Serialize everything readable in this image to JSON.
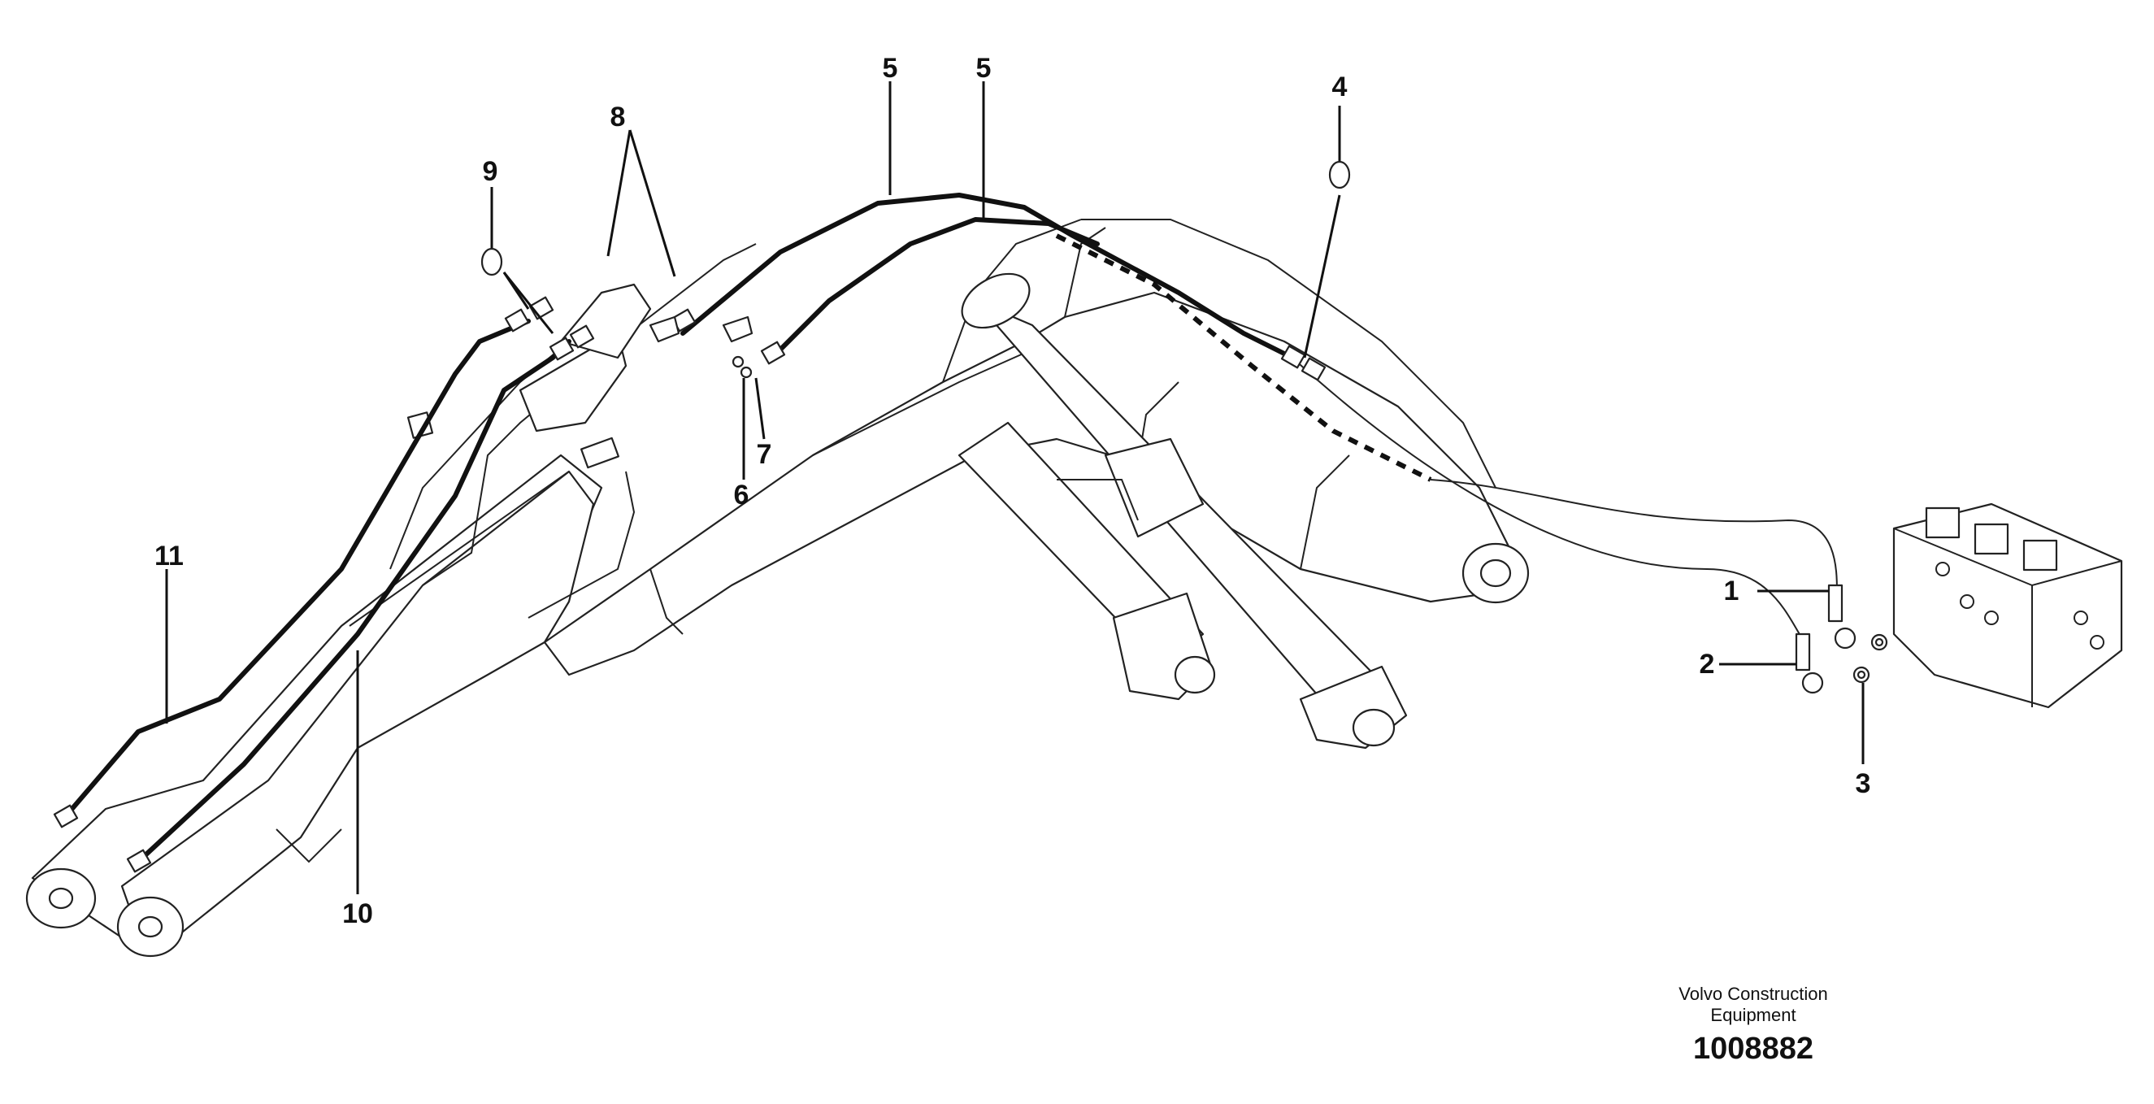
{
  "callouts": {
    "c1": "1",
    "c2": "2",
    "c3": "3",
    "c4": "4",
    "c5a": "5",
    "c5b": "5",
    "c6": "6",
    "c7": "7",
    "c8": "8",
    "c9": "9",
    "c10": "10",
    "c11": "11"
  },
  "footer": {
    "company_line1": "Volvo Construction",
    "company_line2": "Equipment",
    "part_number": "1008882"
  }
}
